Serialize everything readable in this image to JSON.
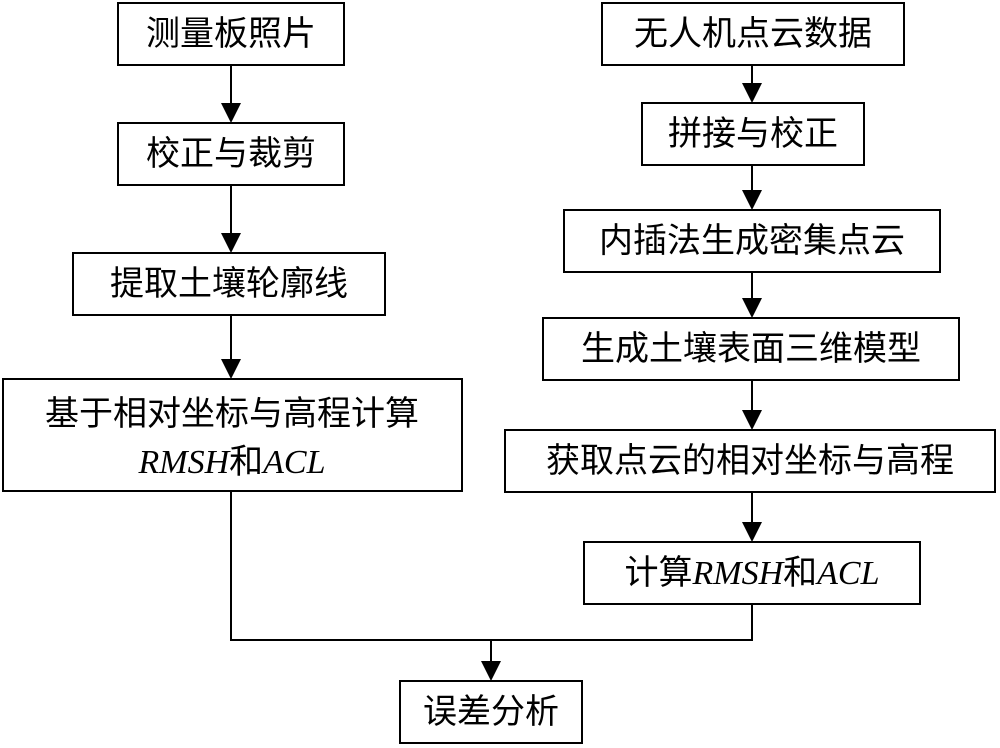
{
  "left_column": {
    "steps": [
      {
        "label": "测量板照片"
      },
      {
        "label": "校正与裁剪"
      },
      {
        "label": "提取土壤轮廓线"
      },
      {
        "label": "基于相对坐标与高程计算",
        "line2_italic_a": "RMSH",
        "line2_mid": "和",
        "line2_italic_b": "ACL"
      }
    ]
  },
  "right_column": {
    "steps": [
      {
        "label": "无人机点云数据"
      },
      {
        "label": "拼接与校正"
      },
      {
        "label": "内插法生成密集点云"
      },
      {
        "label": "生成土壤表面三维模型"
      },
      {
        "label": "获取点云的相对坐标与高程"
      },
      {
        "prefix": "计算",
        "italic_a": "RMSH",
        "mid": "和",
        "italic_b": "ACL"
      }
    ]
  },
  "final_step": {
    "label": "误差分析"
  }
}
